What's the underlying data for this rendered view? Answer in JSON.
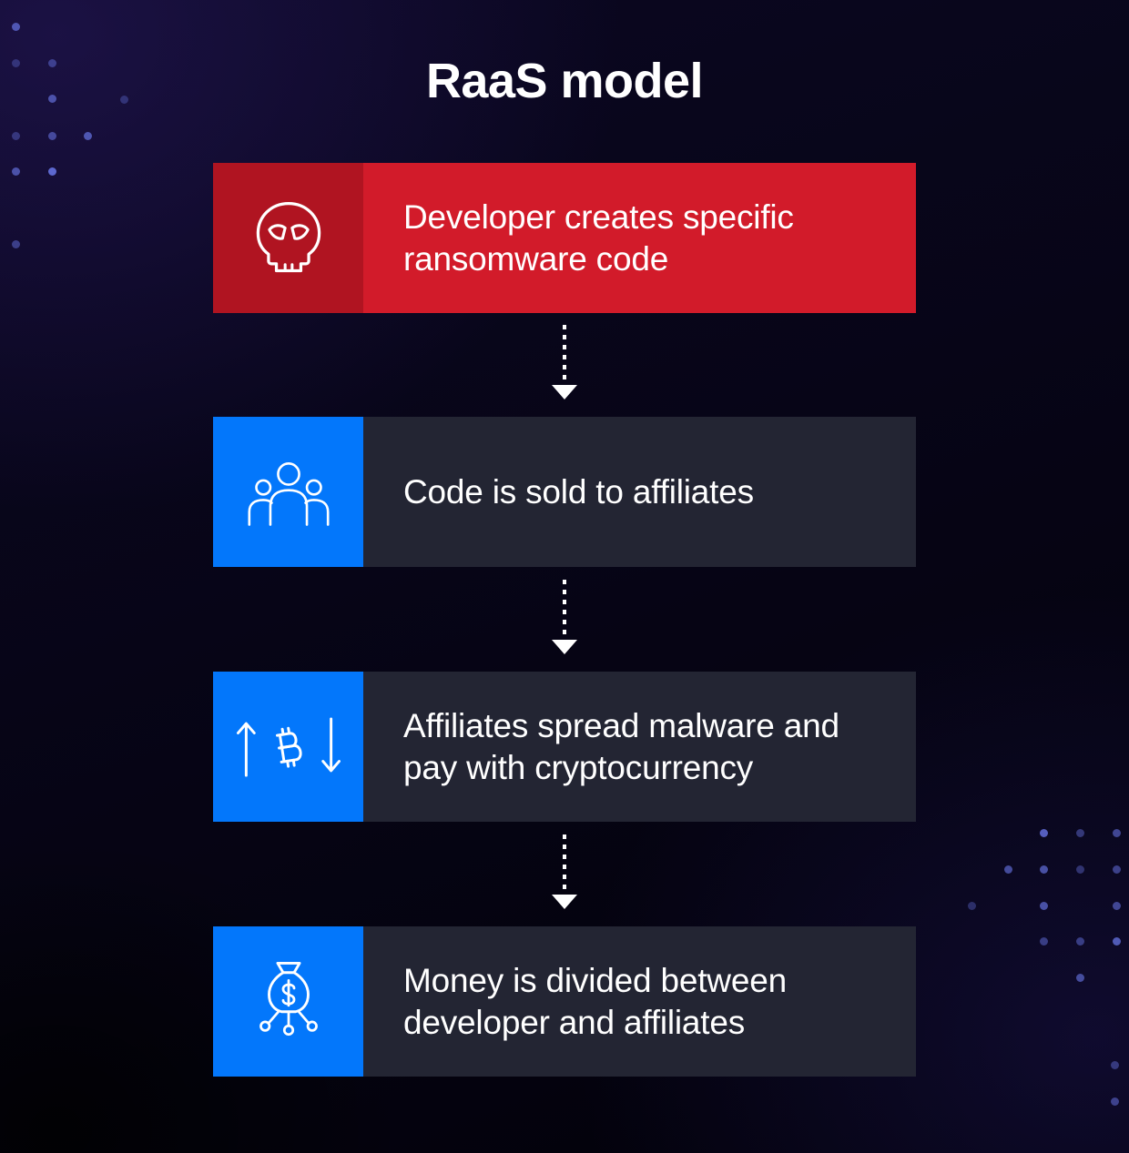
{
  "title": "RaaS model",
  "steps": [
    {
      "label": "Developer creates specific\nransomware code",
      "icon": "skull-icon",
      "variant": "red"
    },
    {
      "label": "Code is sold to affiliates",
      "icon": "affiliates-group-icon",
      "variant": "dark"
    },
    {
      "label": "Affiliates spread malware and\npay with cryptocurrency",
      "icon": "bitcoin-exchange-icon",
      "variant": "dark"
    },
    {
      "label": "Money is divided between\ndeveloper and affiliates",
      "icon": "money-split-icon",
      "variant": "dark"
    }
  ],
  "flow": {
    "arrow_style": "dashed-down-arrow",
    "arrow_count": 3
  },
  "colors": {
    "red_icon_bg": "#b01421",
    "red_panel_bg": "#d21b2a",
    "blue_icon_bg": "#0377fb",
    "dark_panel_bg": "#232533",
    "text": "#ffffff",
    "arrow": "#ffffff",
    "icon_stroke": "#ffffff",
    "dot": "#5d68cf"
  },
  "decorative_dots": {
    "top_left": [
      [
        17,
        29,
        0.8
      ],
      [
        17,
        69,
        0.4
      ],
      [
        57,
        69,
        0.55
      ],
      [
        57,
        108,
        0.75
      ],
      [
        136,
        109,
        0.4
      ],
      [
        17,
        149,
        0.45
      ],
      [
        57,
        149,
        0.65
      ],
      [
        96,
        149,
        0.8
      ],
      [
        17,
        188,
        0.75
      ],
      [
        57,
        188,
        1.0
      ],
      [
        17,
        268,
        0.55
      ]
    ],
    "bottom_right": [
      [
        1146,
        915,
        0.9
      ],
      [
        1186,
        915,
        0.5
      ],
      [
        1226,
        915,
        0.65
      ],
      [
        1107,
        955,
        0.7
      ],
      [
        1146,
        955,
        0.75
      ],
      [
        1186,
        955,
        0.45
      ],
      [
        1226,
        955,
        0.6
      ],
      [
        1067,
        995,
        0.4
      ],
      [
        1146,
        995,
        0.75
      ],
      [
        1226,
        995,
        0.65
      ],
      [
        1146,
        1034,
        0.55
      ],
      [
        1186,
        1034,
        0.55
      ],
      [
        1226,
        1034,
        0.85
      ],
      [
        1186,
        1074,
        0.7
      ],
      [
        1224,
        1170,
        0.5
      ],
      [
        1224,
        1210,
        0.6
      ]
    ]
  }
}
